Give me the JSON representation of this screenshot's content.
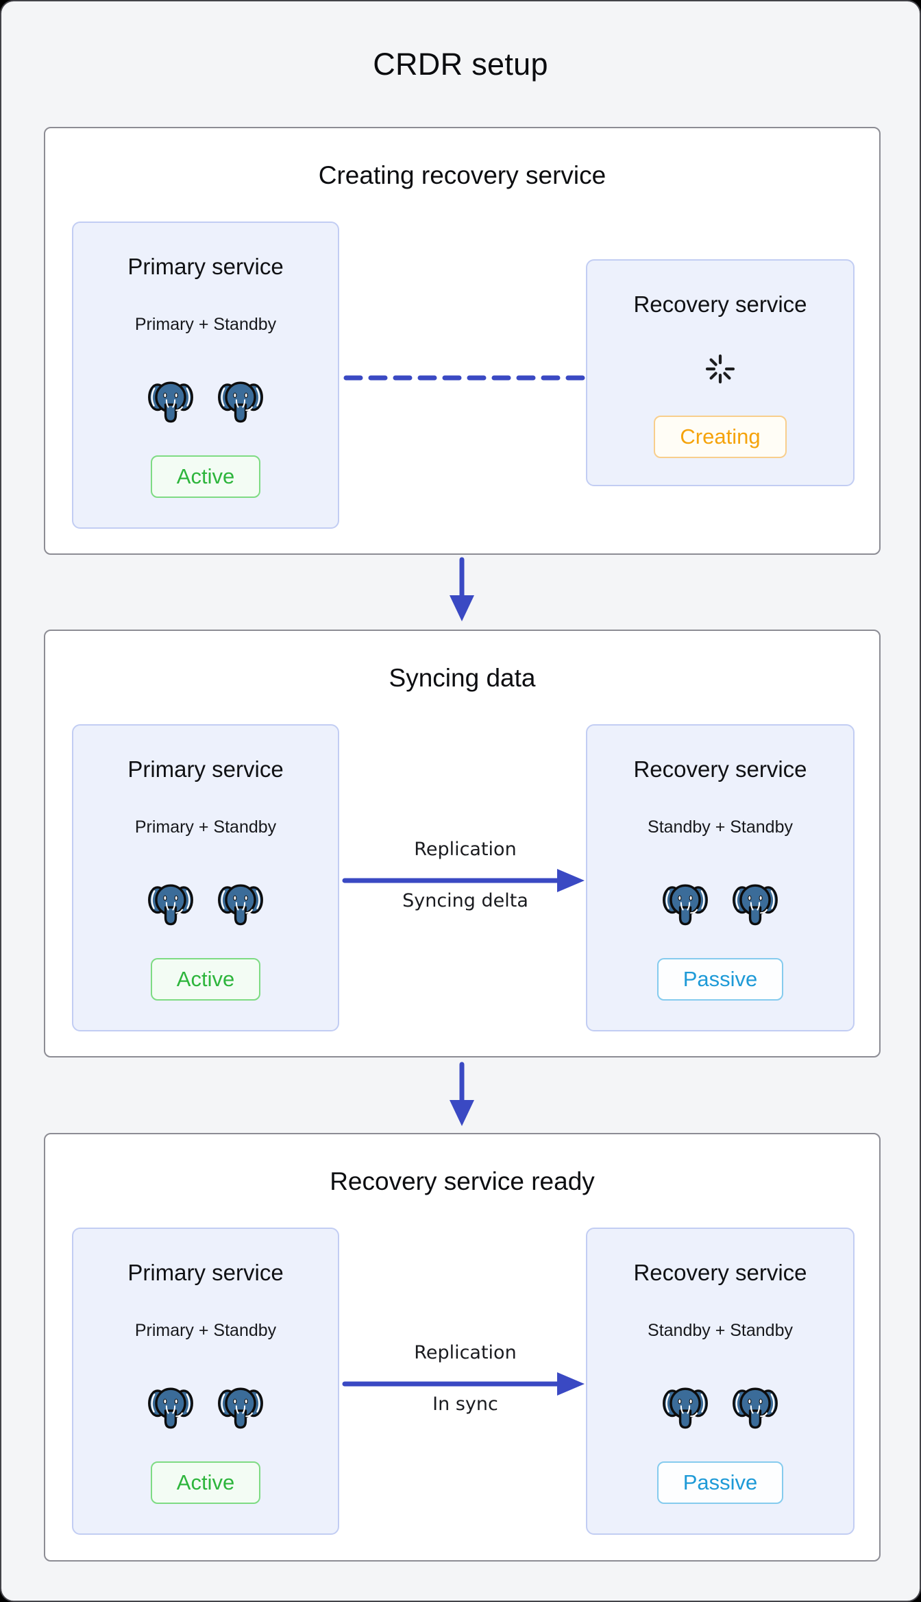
{
  "page": {
    "title": "CRDR setup"
  },
  "sections": [
    {
      "title": "Creating recovery service",
      "primary": {
        "title": "Primary service",
        "subtitle": "Primary + Standby",
        "status": "Active"
      },
      "recovery": {
        "title": "Recovery service",
        "status": "Creating"
      },
      "connector": {
        "style": "dashed-line"
      }
    },
    {
      "title": "Syncing data",
      "primary": {
        "title": "Primary service",
        "subtitle": "Primary + Standby",
        "status": "Active"
      },
      "recovery": {
        "title": "Recovery service",
        "subtitle": "Standby + Standby",
        "status": "Passive"
      },
      "connector": {
        "style": "solid-arrow",
        "label_top": "Replication",
        "label_bottom": "Syncing delta"
      }
    },
    {
      "title": "Recovery service ready",
      "primary": {
        "title": "Primary service",
        "subtitle": "Primary + Standby",
        "status": "Active"
      },
      "recovery": {
        "title": "Recovery service",
        "subtitle": "Standby + Standby",
        "status": "Passive"
      },
      "connector": {
        "style": "solid-arrow",
        "label_top": "Replication",
        "label_bottom": "In sync"
      }
    }
  ],
  "icons": {
    "database": "postgresql-elephant-icon",
    "loading": "spinner-icon",
    "flow": "down-arrow-icon"
  },
  "colors": {
    "accent_indigo": "#3A49C3",
    "status_active": "#2DB53C",
    "status_creating": "#F5A30B",
    "status_passive": "#1E9AD7",
    "postgres_blue": "#3B6C99",
    "card_bg": "#EDF1FC",
    "card_border": "#C2CDF3",
    "stage_border": "#8C8C94",
    "page_bg": "#F4F5F7"
  }
}
